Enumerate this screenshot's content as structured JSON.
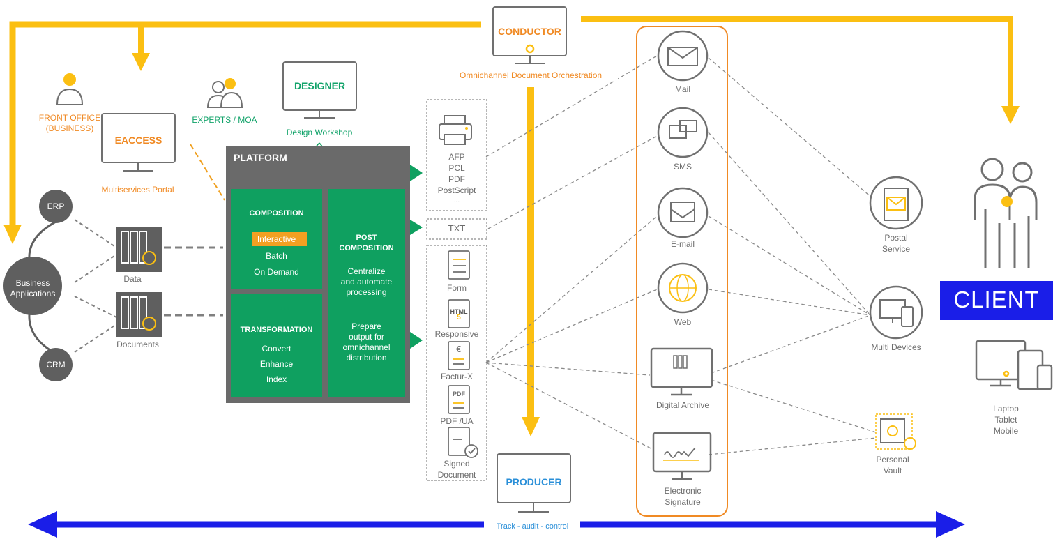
{
  "colors": {
    "yellow": "#fbbf12",
    "orange": "#f08a24",
    "green": "#0fa060",
    "gray": "#6d6d6d",
    "dark": "#5f5f5f",
    "blue": "#1a1ee8"
  },
  "conductor": {
    "title": "CONDUCTOR",
    "subtitle": "Omnichannel Document Orchestration"
  },
  "designer": {
    "title": "DESIGNER",
    "subtitle": "Design Workshop"
  },
  "eaccess": {
    "title": "EACCESS",
    "subtitle": "Multiservices Portal"
  },
  "front_office": {
    "line1": "FRONT OFFICE",
    "line2": "(BUSINESS)"
  },
  "experts": {
    "label": "EXPERTS / MOA"
  },
  "producer": {
    "title": "PRODUCER"
  },
  "tracking": {
    "label": "Track - audit - control"
  },
  "business": {
    "center": "Business\nApplications",
    "erp": "ERP",
    "crm": "CRM"
  },
  "data_stores": {
    "data": "Data",
    "documents": "Documents"
  },
  "platform": {
    "title": "PLATFORM",
    "composition": {
      "title": "COMPOSITION",
      "items": [
        "Interactive",
        "Batch",
        "On Demand"
      ]
    },
    "transformation": {
      "title": "TRANSFORMATION",
      "items": [
        "Convert",
        "Enhance",
        "Index"
      ]
    },
    "post_composition": {
      "title": "POST\nCOMPOSITION",
      "text1": "Centralize\nand automate\nprocessing",
      "text2": "Prepare\noutput for\nomnichannel\ndistribution"
    }
  },
  "print_formats": [
    "AFP",
    "PCL",
    "PDF",
    "PostScript",
    "..."
  ],
  "txt_format": "TXT",
  "doc_formats": [
    "Form",
    "Responsive",
    "Factur-X",
    "PDF /UA",
    "Signed\nDocument"
  ],
  "doc_icon_text": {
    "html": "HTML",
    "html5": "5",
    "euro": "€",
    "pdf": "PDF"
  },
  "channels": [
    "Mail",
    "SMS",
    "E-mail",
    "Web",
    "Digital Archive",
    "Electronic\nSignature"
  ],
  "receivers": {
    "postal": "Postal\nService",
    "multi": "Multi Devices",
    "vault": "Personal\nVault"
  },
  "client": {
    "label": "CLIENT",
    "devices": "Laptop\nTablet\nMobile"
  }
}
